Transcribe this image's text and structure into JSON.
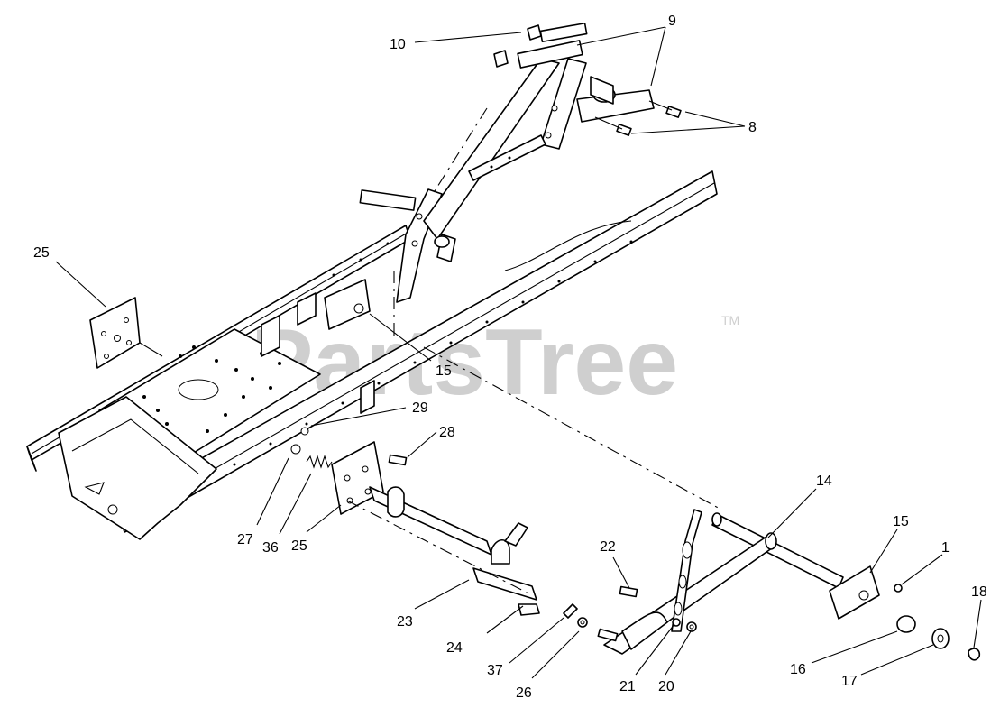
{
  "watermark": {
    "text": "PartsTree",
    "mark": "TM"
  },
  "callouts": [
    {
      "id": "c10",
      "text": "10"
    },
    {
      "id": "c9",
      "text": "9"
    },
    {
      "id": "c8",
      "text": "8"
    },
    {
      "id": "c25a",
      "text": "25"
    },
    {
      "id": "c15a",
      "text": "15"
    },
    {
      "id": "c29",
      "text": "29"
    },
    {
      "id": "c28",
      "text": "28"
    },
    {
      "id": "c27",
      "text": "27"
    },
    {
      "id": "c36",
      "text": "36"
    },
    {
      "id": "c25b",
      "text": "25"
    },
    {
      "id": "c23",
      "text": "23"
    },
    {
      "id": "c24",
      "text": "24"
    },
    {
      "id": "c37",
      "text": "37"
    },
    {
      "id": "c26",
      "text": "26"
    },
    {
      "id": "c22",
      "text": "22"
    },
    {
      "id": "c21",
      "text": "21"
    },
    {
      "id": "c20",
      "text": "20"
    },
    {
      "id": "c14",
      "text": "14"
    },
    {
      "id": "c15b",
      "text": "15"
    },
    {
      "id": "c1",
      "text": "1"
    },
    {
      "id": "c18",
      "text": "18"
    },
    {
      "id": "c16",
      "text": "16"
    },
    {
      "id": "c17",
      "text": "17"
    }
  ]
}
